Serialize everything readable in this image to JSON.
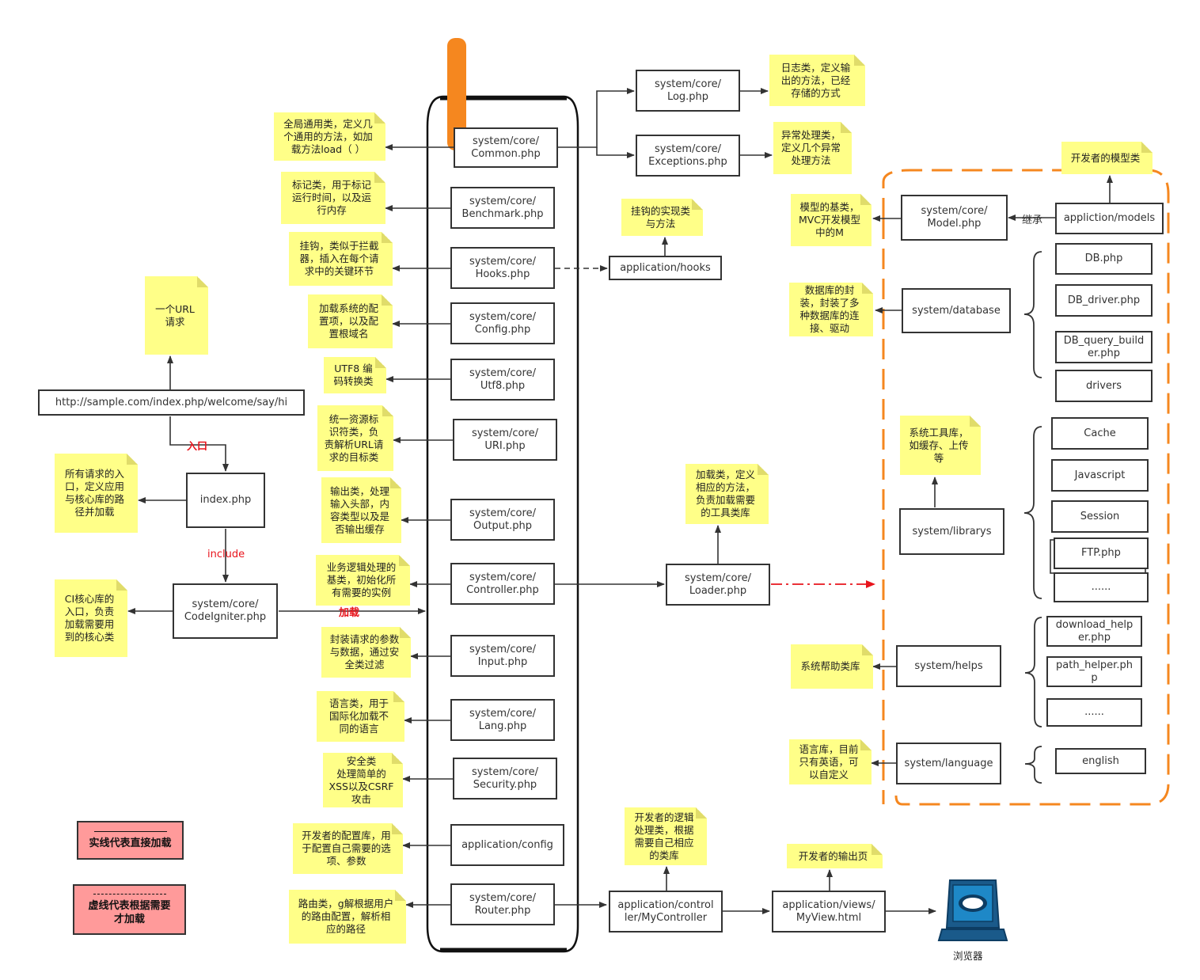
{
  "entry": {
    "url": "http://sample.com/index.php/welcome/say/hi",
    "url_note": "一个URL\n请求",
    "entry_label": "入口",
    "index": "index.php",
    "index_note": "所有请求的入\n口，定义应用\n与核心库的路\n径并加载",
    "include_label": "include",
    "codeigniter": "system/core/\nCodeIgniter.php",
    "codeigniter_note": "CI核心库的\n入口，负责\n加载需要用\n到的核心类",
    "load_label": "加载"
  },
  "core": [
    {
      "name": "system/core/\nCommon.php",
      "note": "全局通用类，定义几\n个通用的方法，如加\n载方法load（ ）"
    },
    {
      "name": "system/core/\nBenchmark.php",
      "note": "标记类，用于标记\n运行时间，以及运\n行内存"
    },
    {
      "name": "system/core/\nHooks.php",
      "note": "挂钩，类似于拦截\n器，插入在每个请\n求中的关键环节"
    },
    {
      "name": "system/core/\nConfig.php",
      "note": "加载系统的配\n置项，以及配\n置根域名"
    },
    {
      "name": "system/core/\nUtf8.php",
      "note": "UTF8 编\n码转换类"
    },
    {
      "name": "system/core/\nURI.php",
      "note": "统一资源标\n识符类，负\n责解析URL请\n求的目标类"
    },
    {
      "name": "system/core/\nOutput.php",
      "note": "输出类，处理\n输入头部，内\n容类型以及是\n否输出缓存"
    },
    {
      "name": "system/core/\nController.php",
      "note": "业务逻辑处理的\n基类，初始化所\n有需要的实例"
    },
    {
      "name": "system/core/\nInput.php",
      "note": "封装请求的参数\n与数据，通过安\n全类过滤"
    },
    {
      "name": "system/core/\nLang.php",
      "note": "语言类，用于\n国际化加载不\n同的语言"
    },
    {
      "name": "system/core/\nSecurity.php",
      "note": "安全类\n处理简单的\nXSS以及CSRF\n攻击"
    },
    {
      "name": "application/config",
      "note": "开发者的配置库，用\n于配置自己需要的选\n项、参数"
    },
    {
      "name": "system/core/\nRouter.php",
      "note": "路由类，g解根据用户\n的路由配置，解析相\n应的路径"
    }
  ],
  "log": {
    "name": "system/core/\nLog.php",
    "note": "日志类，定义输\n出的方法，已经\n存储的方式"
  },
  "exceptions": {
    "name": "system/core/\nExceptions.php",
    "note": "异常处理类，\n定义几个异常\n处理方法"
  },
  "hooks_app": {
    "name": "application/hooks",
    "note": "挂钩的实现类\n与方法"
  },
  "loader": {
    "name": "system/core/\nLoader.php",
    "note": "加载类，定义\n相应的方法，\n负责加载需要\n的工具类库"
  },
  "model": {
    "name": "system/core/\nModel.php",
    "note": "模型的基类，\nMVC开发模型\n中的M",
    "inherit_label": "继承"
  },
  "app_models": {
    "name": "appliction/models",
    "note": "开发者的模型类"
  },
  "database": {
    "name": "system/database",
    "note": "数据库的封\n装，封装了多\n种数据库的连\n接、驱动",
    "items": [
      "DB.php",
      "DB_driver.php",
      "DB_query_build\ner.php",
      "drivers"
    ]
  },
  "librarys": {
    "name": "system/librarys",
    "note": "系统工具库，\n如缓存、上传\n等",
    "items": [
      "Cache",
      "Javascript",
      "Session",
      "FTP.php",
      "......"
    ]
  },
  "helps": {
    "name": "system/helps",
    "note": "系统帮助类库",
    "items": [
      "download_help\ner.php",
      "path_helper.ph\np",
      "......"
    ]
  },
  "language": {
    "name": "system/language",
    "note": "语言库，目前\n只有英语，可\n以自定义",
    "items": [
      "english"
    ]
  },
  "my_controller": {
    "name": "application/control\nler/MyController",
    "note": "开发者的逻辑\n处理类，根据\n需要自己相应\n的类库"
  },
  "my_view": {
    "name": "application/views/\nMyView.html",
    "note": "开发者的输出页"
  },
  "browser": {
    "label": "浏览器",
    "icon": "computer-monitor-icon"
  },
  "legend": {
    "solid": "实线代表直接加载",
    "dashed": "虚线代表根据需要\n才加载"
  },
  "colors": {
    "note": "#ffff88",
    "accent": "#f5871f",
    "red": "#e8141c",
    "legend": "#ff9a9a"
  }
}
